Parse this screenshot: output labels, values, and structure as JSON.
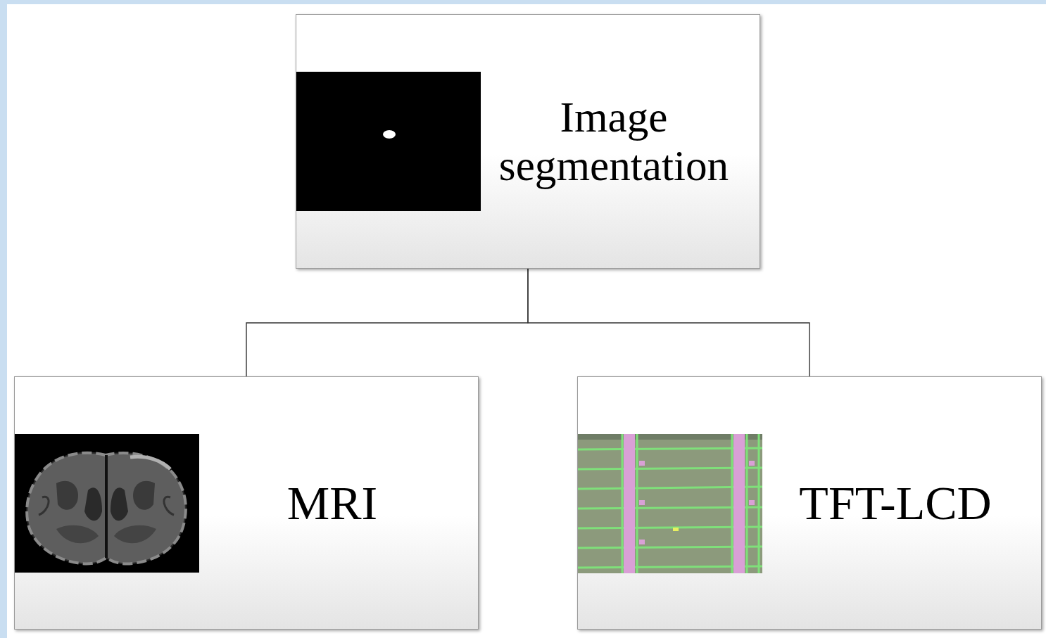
{
  "diagram": {
    "nodes": [
      {
        "text": [
          "Image segmentation"
        ]
      },
      {
        "text": [
          "MRI"
        ]
      },
      {
        "text": [
          "TFT-LCD"
        ]
      }
    ],
    "edges": [
      {
        "from": 0,
        "to": 1,
        "arrow": "none"
      },
      {
        "from": 0,
        "to": 2,
        "arrow": "none"
      }
    ]
  }
}
